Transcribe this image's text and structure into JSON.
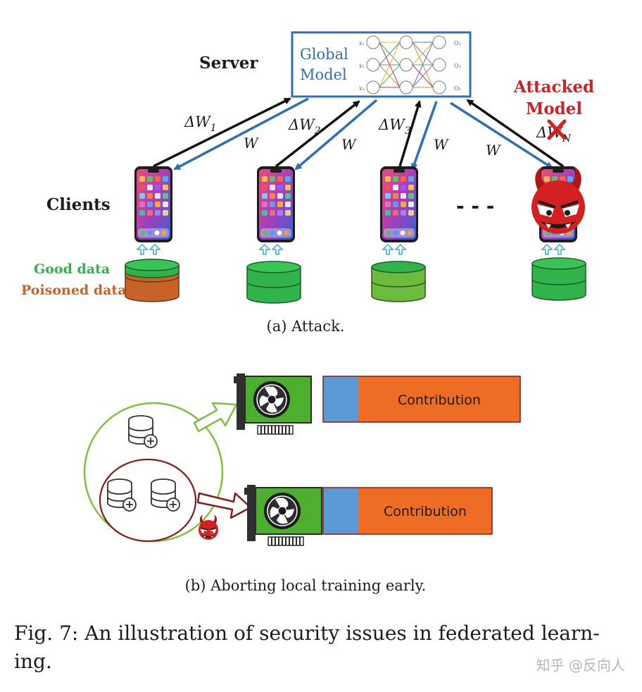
{
  "attack": {
    "server_label": "Server",
    "global_model": {
      "line1": "Global",
      "line2": "Model"
    },
    "nn_inputs": [
      "x₁",
      "x₂",
      "x₃"
    ],
    "nn_outputs": [
      "O₁",
      "O₂",
      "O₃"
    ],
    "attacked_model": {
      "line1": "Attacked",
      "line2": "Model"
    },
    "updates": [
      {
        "delta": "ΔW",
        "sub": "1"
      },
      {
        "delta": "ΔW",
        "sub": "2"
      },
      {
        "delta": "ΔW",
        "sub": "3"
      },
      {
        "delta": "ΔW",
        "sub": "N"
      }
    ],
    "weight_label": "W",
    "clients_label": "Clients",
    "ellipsis": "- - -",
    "legend": {
      "good": "Good data",
      "poisoned": "Poisoned data"
    },
    "caption": "(a) Attack."
  },
  "abort": {
    "bars": [
      {
        "label": "Contribution",
        "small_fraction": 0.18
      },
      {
        "label": "Contribution",
        "small_fraction": 0.21
      }
    ],
    "caption": "(b) Aborting local training early."
  },
  "figure_caption": {
    "line1": "Fig. 7: An illustration of security issues in federated learn-",
    "line2": "ing."
  },
  "watermark": "知乎 @反向人",
  "colors": {
    "accent_blue": "#2e6fb8",
    "good_green": "#2fb34a",
    "poison_orange": "#c8612a",
    "attacked_red": "#d42020",
    "contribution_orange": "#ef6c24",
    "contribution_blue": "#5b9bd5",
    "gpu_green": "#4caf2e",
    "bar_border": "#8b1a1a",
    "circle_green": "#7cc142",
    "ellipse_red": "#8b1a1a"
  }
}
